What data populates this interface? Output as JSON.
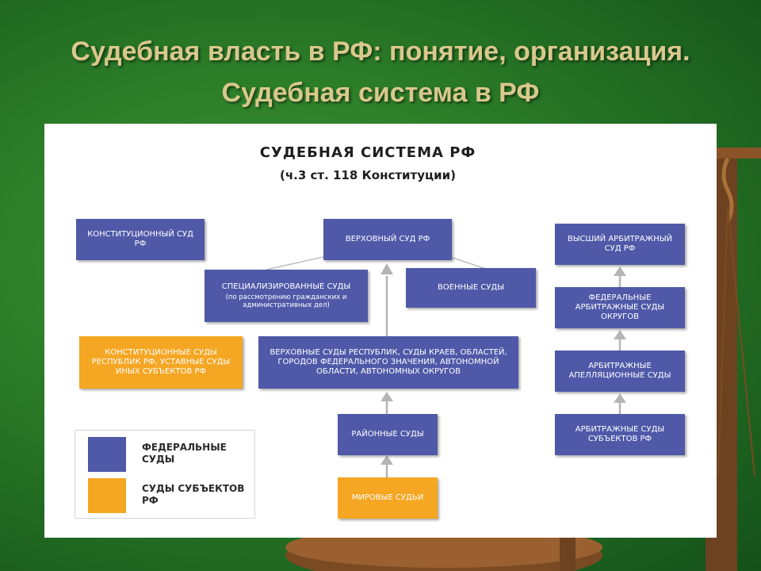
{
  "slide": {
    "title_line1": "Судебная власть в РФ: понятие, организация.",
    "title_line2": "Судебная система в РФ"
  },
  "diagram": {
    "title": "СУДЕБНАЯ СИСТЕМА РФ",
    "subtitle": "(ч.3 ст. 118 Конституции)",
    "boxes": {
      "constitutional": "КОНСТИТУЦИОННЫЙ СУД РФ",
      "supreme": "ВЕРХОВНЫЙ СУД РФ",
      "specialized": "СПЕЦИАЛИЗИРОВАННЫЕ СУДЫ",
      "specialized_note": "(по рассмотрению гражданских и административных дел)",
      "military": "ВОЕННЫЕ СУДЫ",
      "regional_constitutional": "КОНСТИТУЦИОННЫЕ СУДЫ РЕСПУБЛИК РФ, УСТАВНЫЕ СУДЫ ИНЫХ СУБЪЕКТОВ РФ",
      "regional_supreme": "ВЕРХОВНЫЕ СУДЫ РЕСПУБЛИК, СУДЫ КРАЕВ, ОБЛАСТЕЙ, ГОРОДОВ ФЕДЕРАЛЬНОГО ЗНАЧЕНИЯ, АВТОНОМНОЙ ОБЛАСТИ, АВТОНОМНЫХ ОКРУГОВ",
      "district": "РАЙОННЫЕ СУДЫ",
      "magistrates": "МИРОВЫЕ СУДЬИ",
      "arb_supreme": "ВЫСШИЙ АРБИТРАЖНЫЙ СУД РФ",
      "arb_districts": "ФЕДЕРАЛЬНЫЕ АРБИТРАЖНЫЕ СУДЫ ОКРУГОВ",
      "arb_appeal": "АРБИТРАЖНЫЕ АПЕЛЛЯЦИОННЫЕ СУДЫ",
      "arb_subjects": "АРБИТРАЖНЫЕ СУДЫ СУБЪЕКТОВ РФ"
    },
    "legend": {
      "federal": "ФЕДЕРАЛЬНЫЕ СУДЫ",
      "subjects": "СУДЫ СУБЪЕКТОВ РФ"
    }
  },
  "colors": {
    "federal": "#4f59a8",
    "subjects": "#f5a623",
    "title_text": "#d9c88c",
    "background": "#2a7a27"
  }
}
